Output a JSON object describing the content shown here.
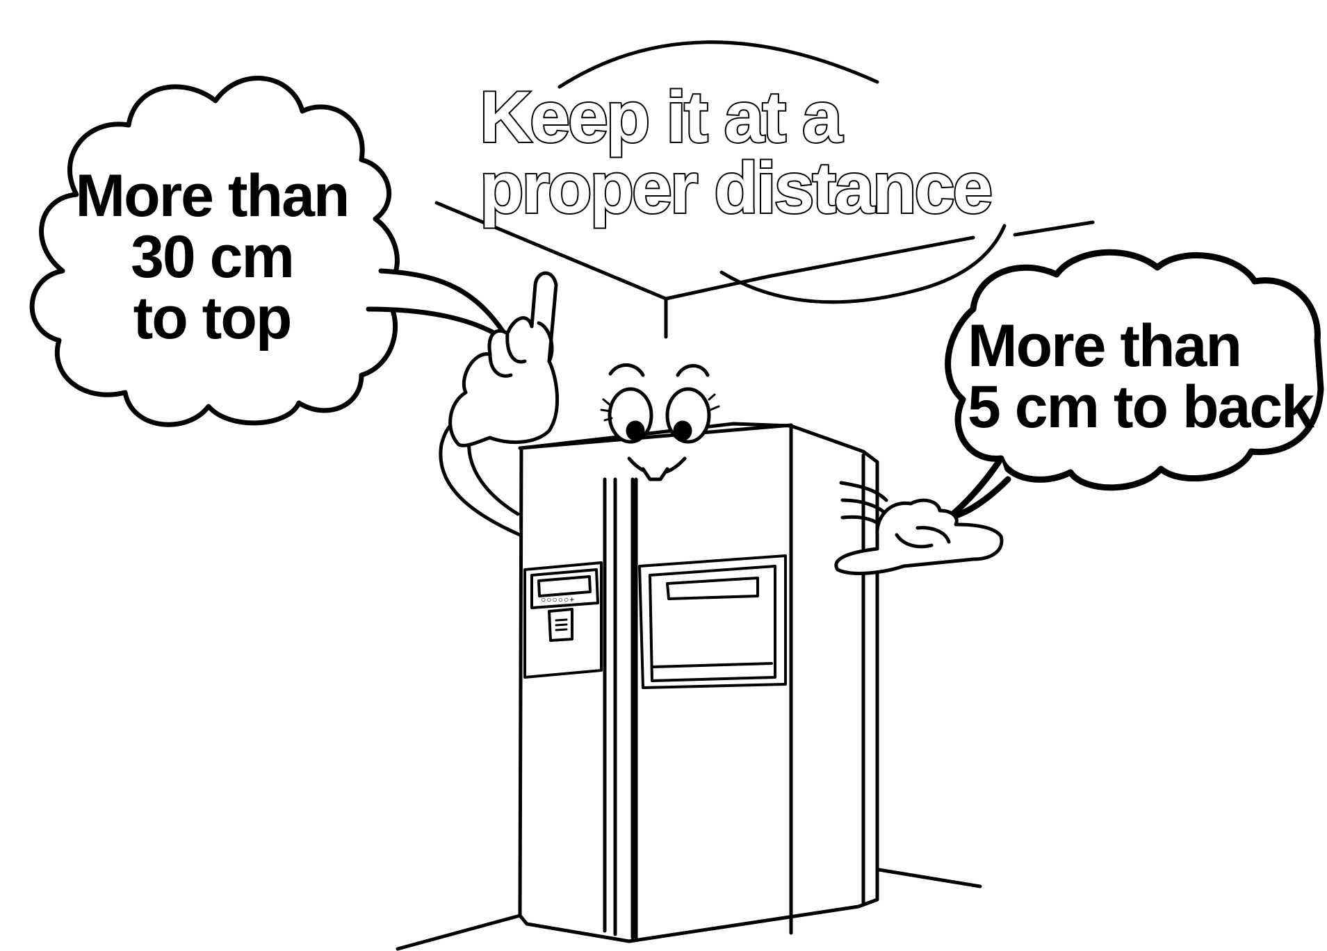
{
  "title": {
    "line1": "Keep it at a",
    "line2": "proper distance"
  },
  "top_bubble": {
    "line1": "More than",
    "line2": "30 cm",
    "line3": "to top"
  },
  "back_bubble": {
    "line1": "More than",
    "line2": "5 cm to back"
  },
  "dispenser_buttons": "○○○○○+",
  "colors": {
    "ink": "#000000",
    "paper": "#ffffff"
  }
}
